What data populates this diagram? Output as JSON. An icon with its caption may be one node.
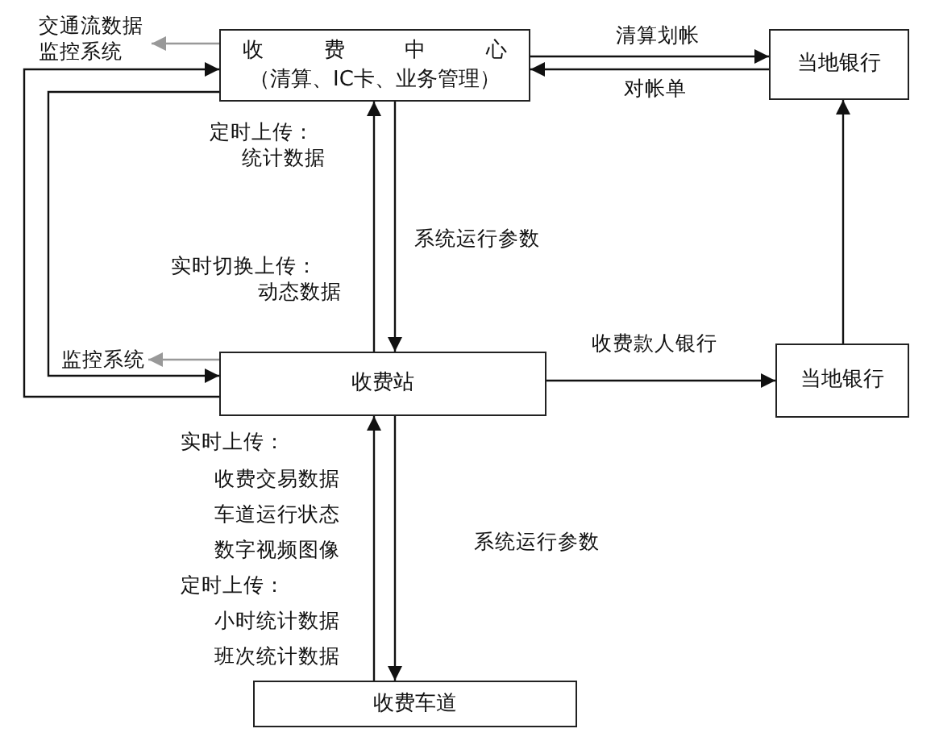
{
  "diagram": {
    "nodes": [
      {
        "text": [
          "收费中心",
          "（清算、IC卡、业务管理）"
        ]
      },
      {
        "text": [
          "交通流数据监控系统"
        ]
      },
      {
        "text": [
          "当地银行"
        ]
      },
      {
        "text": [
          "收费站"
        ]
      },
      {
        "text": [
          "监控系统"
        ]
      },
      {
        "text": [
          "当地银行"
        ]
      },
      {
        "text": [
          "收费车道"
        ]
      }
    ],
    "edges": [
      {
        "from": 0,
        "to": 1,
        "arrow": "to",
        "color": "#999999"
      },
      {
        "from": 0,
        "to": 2,
        "arrow": "to",
        "label": "清算划帐"
      },
      {
        "from": 2,
        "to": 0,
        "arrow": "to",
        "label": "对帐单"
      },
      {
        "from": 3,
        "to": 0,
        "arrow": "to"
      },
      {
        "from": 0,
        "to": 3,
        "arrow": "to",
        "label": "系统运行参数"
      },
      {
        "from": 3,
        "to": 0,
        "arrow": "to"
      },
      {
        "from": 0,
        "to": 3,
        "arrow": "to"
      },
      {
        "from": 3,
        "to": 4,
        "arrow": "to",
        "color": "#999999"
      },
      {
        "from": 3,
        "to": 5,
        "arrow": "to",
        "label": "收费款人银行"
      },
      {
        "from": 5,
        "to": 2,
        "arrow": "to"
      },
      {
        "from": 6,
        "to": 3,
        "arrow": "to"
      },
      {
        "from": 3,
        "to": 6,
        "arrow": "to",
        "label": "系统运行参数"
      }
    ],
    "labels": [
      "定时上传：",
      "统计数据",
      "实时切换上传：",
      "动态数据",
      "实时上传：",
      "收费交易数据",
      "车道运行状态",
      "数字视频图像",
      "定时上传：",
      "小时统计数据",
      "班次统计数据"
    ]
  }
}
